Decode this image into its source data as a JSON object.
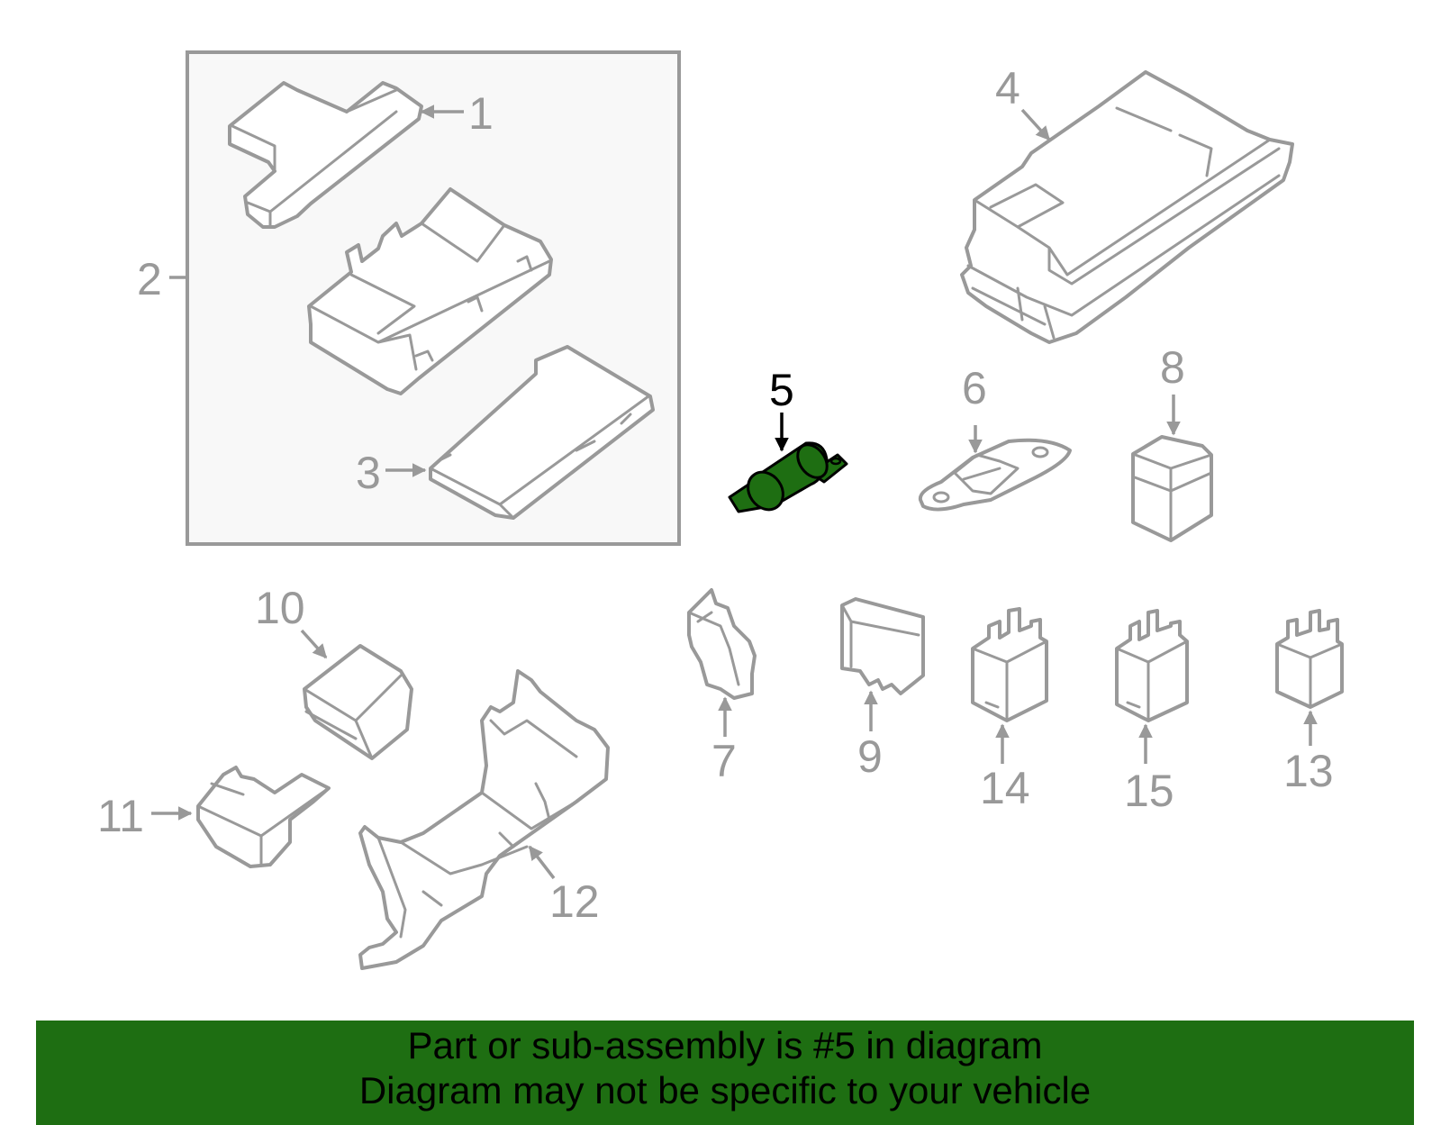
{
  "callouts": {
    "c1": "1",
    "c2": "2",
    "c3": "3",
    "c4": "4",
    "c5": "5",
    "c6": "6",
    "c7": "7",
    "c8": "8",
    "c9": "9",
    "c10": "10",
    "c11": "11",
    "c12": "12",
    "c13": "13",
    "c14": "14",
    "c15": "15"
  },
  "highlighted_part": "5",
  "banner": {
    "line1": "Part or sub-assembly is #5 in diagram",
    "line2": "Diagram may not be specific to your vehicle"
  },
  "colors": {
    "banner": "#1e6e12",
    "highlight": "#1e6e12",
    "line_art": "#999999",
    "group_box_fill": "#f8f8f8"
  }
}
